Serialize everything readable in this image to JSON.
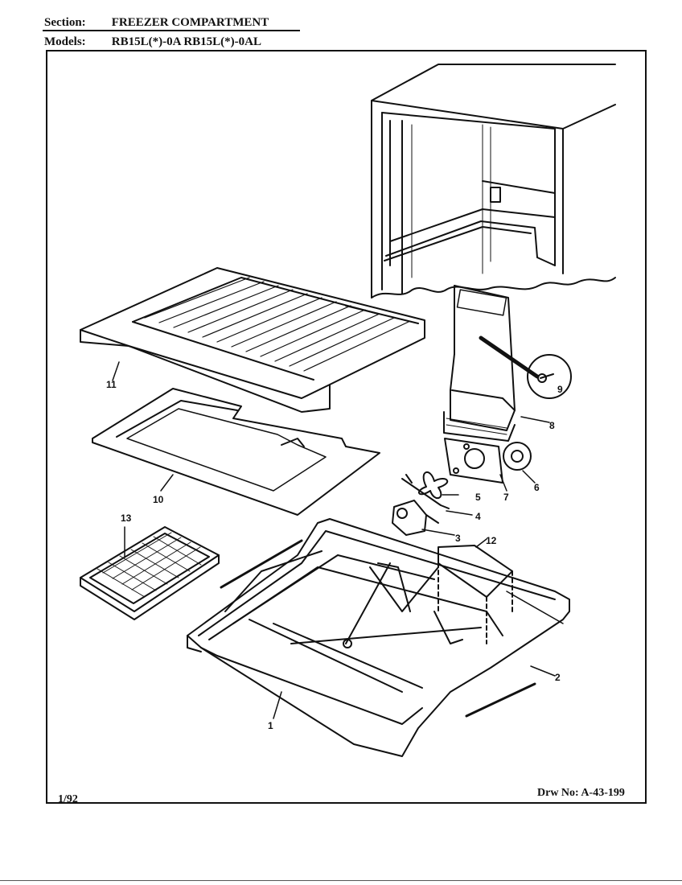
{
  "header": {
    "section_label": "Section:",
    "section_value": "FREEZER COMPARTMENT",
    "models_label": "Models:",
    "models_value": "RB15L(*)-0A  RB15L(*)-0AL"
  },
  "footer": {
    "date": "1/92",
    "drawing_no": "Drw No: A-43-199"
  },
  "callouts": [
    "11",
    "10",
    "13",
    "9",
    "8",
    "7",
    "6",
    "5",
    "4",
    "3",
    "12",
    "2",
    "1"
  ]
}
